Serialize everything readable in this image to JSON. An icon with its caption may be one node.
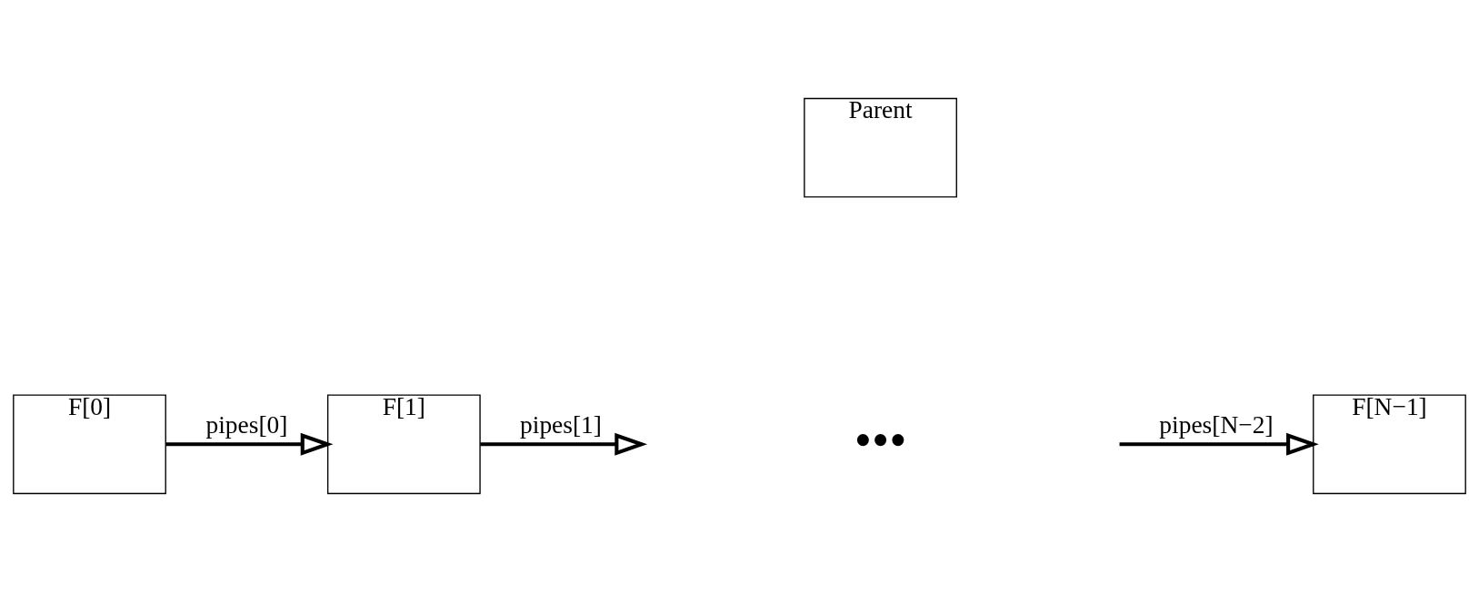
{
  "diagram": {
    "nodes": [
      {
        "text": [
          "Parent"
        ]
      },
      {
        "text": [
          "F[0]"
        ]
      },
      {
        "text": [
          "F[1]"
        ]
      },
      {
        "text": [
          "F[N−1]"
        ]
      }
    ],
    "edges": [
      {
        "from": 1,
        "to": 2,
        "arrow": "to",
        "label": "pipes[0]"
      },
      {
        "from": 2,
        "to": null,
        "arrow": "to",
        "label": "pipes[1]"
      },
      {
        "from": null,
        "to": 3,
        "arrow": "to",
        "label": "pipes[N−2]"
      }
    ],
    "labels": [
      "•••"
    ]
  }
}
